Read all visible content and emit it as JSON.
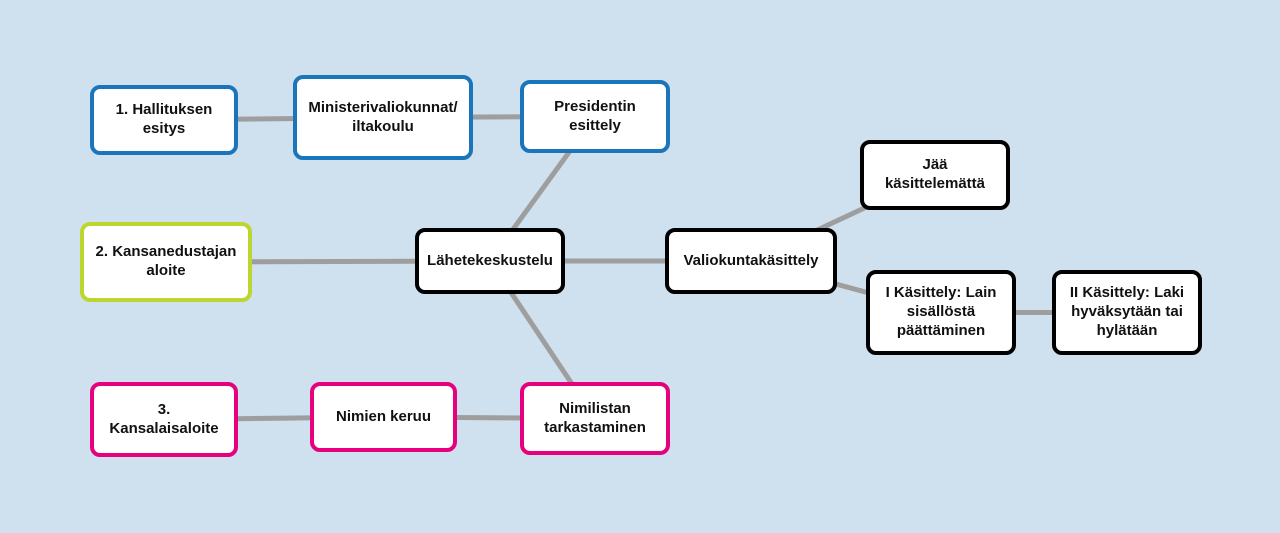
{
  "colors": {
    "background": "#cfe0ef",
    "blue": "#1b75bb",
    "green": "#bdd62f",
    "pink": "#e6007e",
    "black": "#000000",
    "line": "#9e9e9e"
  },
  "diagram": {
    "nodes": {
      "n1": {
        "label": "1. Hallituksen\nesitys",
        "color": "blue"
      },
      "n2": {
        "label": "Ministerivaliokunnat/\niltakoulu",
        "color": "blue"
      },
      "n3": {
        "label": "Presidentin\nesittely",
        "color": "blue"
      },
      "n4": {
        "label": "2. Kansanedustajan\naloite",
        "color": "green"
      },
      "n5": {
        "label": "Lähetekeskustelu",
        "color": "black"
      },
      "n6": {
        "label": "Valiokuntakäsittely",
        "color": "black"
      },
      "n7": {
        "label": "Jää\nkäsittelemättä",
        "color": "black"
      },
      "n8": {
        "label": "I Käsittely: Lain\nsisällöstä\npäättäminen",
        "color": "black"
      },
      "n9": {
        "label": "II Käsittely: Laki\nhyväksytään tai\nhylätään",
        "color": "black"
      },
      "n10": {
        "label": "3.\nKansalaisaloite",
        "color": "pink"
      },
      "n11": {
        "label": "Nimien keruu",
        "color": "pink"
      },
      "n12": {
        "label": "Nimilistan\ntarkastaminen",
        "color": "pink"
      }
    },
    "edges": [
      {
        "from": "n1",
        "to": "n2"
      },
      {
        "from": "n2",
        "to": "n3"
      },
      {
        "from": "n3",
        "to": "n5"
      },
      {
        "from": "n4",
        "to": "n5"
      },
      {
        "from": "n5",
        "to": "n6"
      },
      {
        "from": "n6",
        "to": "n7"
      },
      {
        "from": "n6",
        "to": "n8"
      },
      {
        "from": "n8",
        "to": "n9"
      },
      {
        "from": "n10",
        "to": "n11"
      },
      {
        "from": "n11",
        "to": "n12"
      },
      {
        "from": "n12",
        "to": "n5"
      }
    ]
  }
}
